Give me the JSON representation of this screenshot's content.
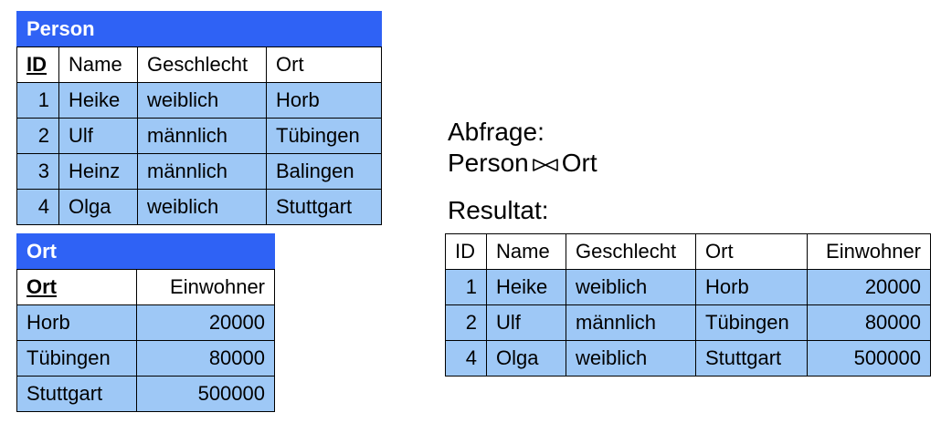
{
  "person": {
    "title": "Person",
    "headers": [
      "ID",
      "Name",
      "Geschlecht",
      "Ort"
    ],
    "rows": [
      [
        "1",
        "Heike",
        "weiblich",
        "Horb"
      ],
      [
        "2",
        "Ulf",
        "männlich",
        "Tübingen"
      ],
      [
        "3",
        "Heinz",
        "männlich",
        "Balingen"
      ],
      [
        "4",
        "Olga",
        "weiblich",
        "Stuttgart"
      ]
    ]
  },
  "ort": {
    "title": "Ort",
    "headers": [
      "Ort",
      "Einwohner"
    ],
    "rows": [
      [
        "Horb",
        "20000"
      ],
      [
        "Tübingen",
        "80000"
      ],
      [
        "Stuttgart",
        "500000"
      ]
    ]
  },
  "query": {
    "label": "Abfrage:",
    "left_relation": "Person",
    "join_symbol_icon": "natural-join-bowtie-icon",
    "right_relation": "Ort",
    "result_label": "Resultat:"
  },
  "result": {
    "headers": [
      "ID",
      "Name",
      "Geschlecht",
      "Ort",
      "Einwohner"
    ],
    "rows": [
      [
        "1",
        "Heike",
        "weiblich",
        "Horb",
        "20000"
      ],
      [
        "2",
        "Ulf",
        "männlich",
        "Tübingen",
        "80000"
      ],
      [
        "4",
        "Olga",
        "weiblich",
        "Stuttgart",
        "500000"
      ]
    ]
  },
  "colors": {
    "title_bar": "#2f62f5",
    "data_cell": "#9ec8f6"
  }
}
